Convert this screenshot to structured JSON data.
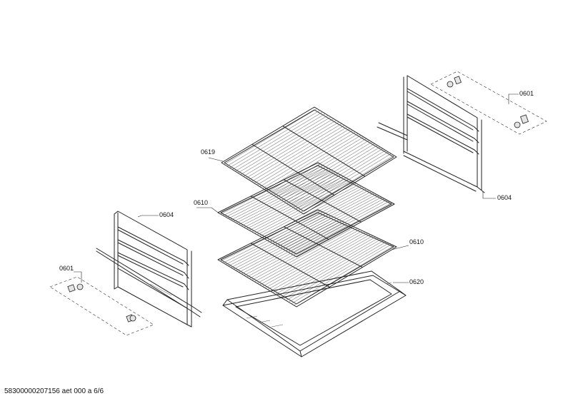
{
  "labels": {
    "rack_top": "0619",
    "rack_mid": "0610",
    "rack_low": "0610",
    "tray": "0620",
    "rail_left": "0604",
    "rail_right": "0604",
    "clips_left": "0601",
    "clips_right": "0601"
  },
  "footer": "58300000207156 aet 000 a 6/6"
}
